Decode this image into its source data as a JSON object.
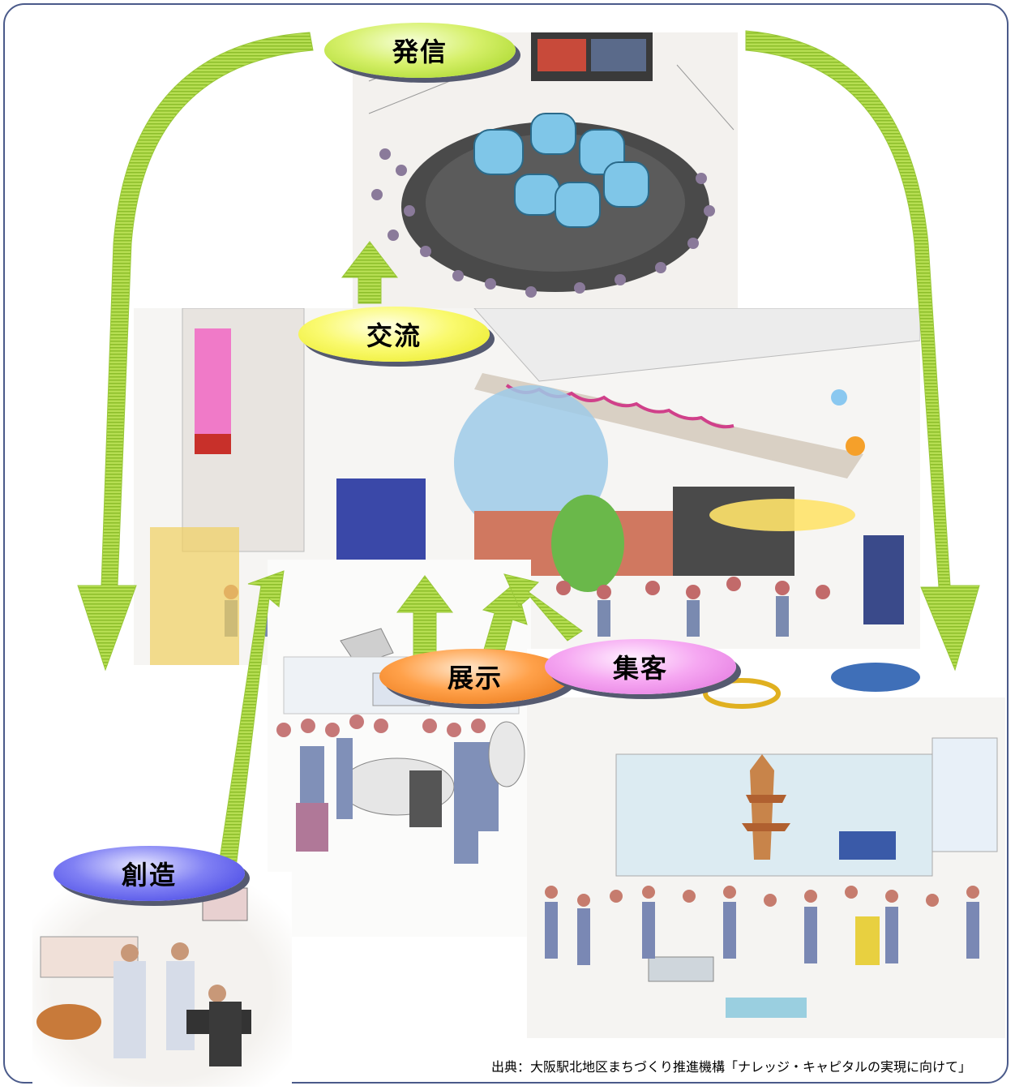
{
  "nodes": {
    "hasshin": "発信",
    "koryu": "交流",
    "tenji": "展示",
    "shukyaku": "集客",
    "sozo": "創造"
  },
  "node_colors": {
    "hasshin": "#a8d832",
    "koryu": "#f2f23a",
    "tenji": "#f5862a",
    "shukyaku": "#ee8ae8",
    "sozo": "#5050ec"
  },
  "arrow_color": "#a5d040",
  "illustrations": [
    "broadcast-studio-sketch",
    "exchange-atrium-sketch",
    "exhibition-hall-sketch",
    "creative-workspace-sketch",
    "visitor-plaza-sketch"
  ],
  "caption": "出典：大阪駅北地区まちづくり推進機構「ナレッジ・キャピタルの実現に向けて」"
}
